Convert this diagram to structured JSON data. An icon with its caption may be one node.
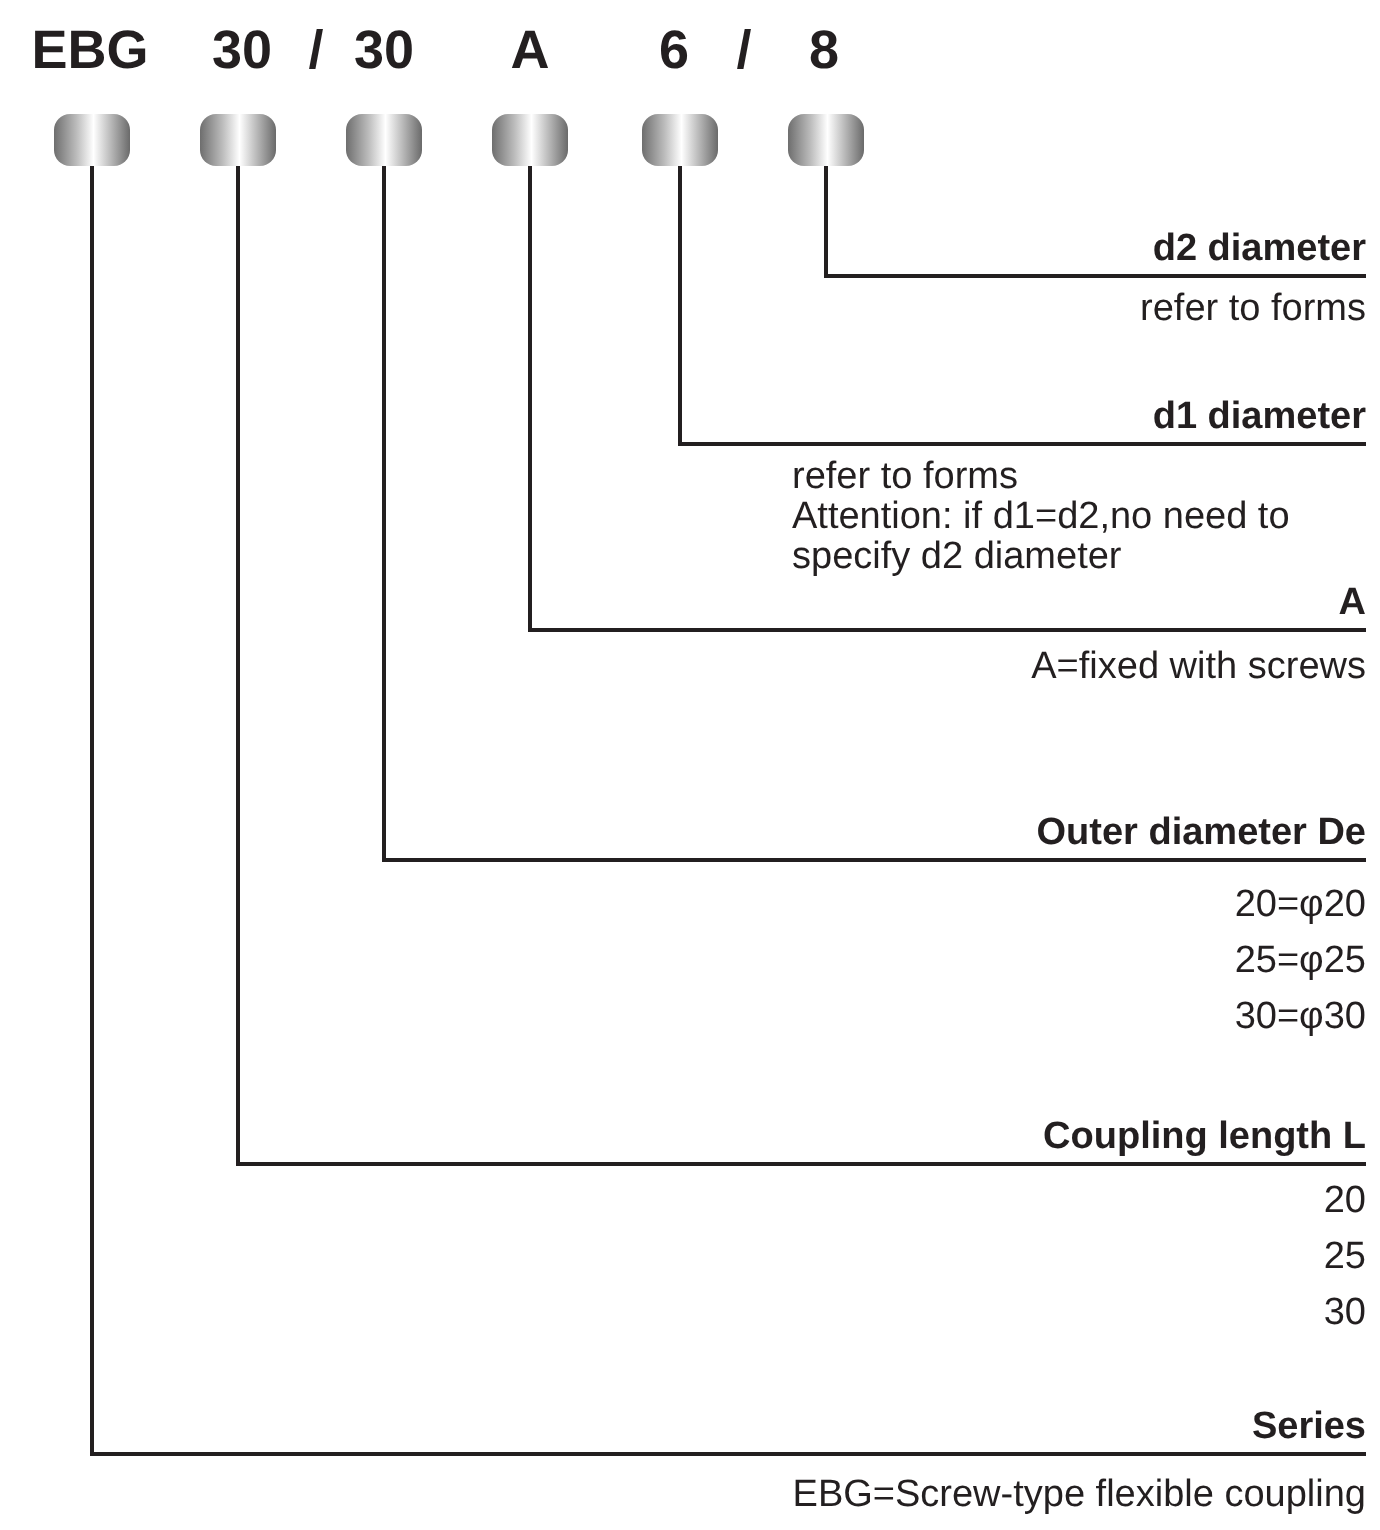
{
  "diagram": {
    "nodes": [
      {
        "text": [],
        "shape": "box"
      },
      {
        "text": [],
        "shape": "box"
      },
      {
        "text": [],
        "shape": "box"
      },
      {
        "text": [],
        "shape": "box"
      },
      {
        "text": [],
        "shape": "box"
      },
      {
        "text": [],
        "shape": "box"
      },
      {
        "text": [
          "d2 diameter",
          "refer to forms"
        ]
      },
      {
        "text": [
          "d1 diameter",
          "refer to forms",
          "Attention: if d1=d2,no need to specify d2 diameter"
        ]
      },
      {
        "text": [
          "A",
          "A=fixed with screws"
        ]
      },
      {
        "text": [
          "Outer diameter De",
          "20=φ20",
          "25=φ25",
          "30=φ30"
        ]
      },
      {
        "text": [
          "Coupling length L",
          "20",
          "25",
          "30"
        ]
      },
      {
        "text": [
          "Series",
          "EBG=Screw-type flexible coupling"
        ]
      }
    ],
    "edges": [
      {
        "from": 5,
        "to": 6,
        "arrow": "none"
      },
      {
        "from": 4,
        "to": 7,
        "arrow": "none"
      },
      {
        "from": 3,
        "to": 8,
        "arrow": "none"
      },
      {
        "from": 2,
        "to": 9,
        "arrow": "none"
      },
      {
        "from": 1,
        "to": 10,
        "arrow": "none"
      },
      {
        "from": 0,
        "to": 11,
        "arrow": "none"
      }
    ],
    "labels": [
      "EBG",
      "30",
      "/",
      "30",
      "A",
      "6",
      "/",
      "8"
    ]
  }
}
